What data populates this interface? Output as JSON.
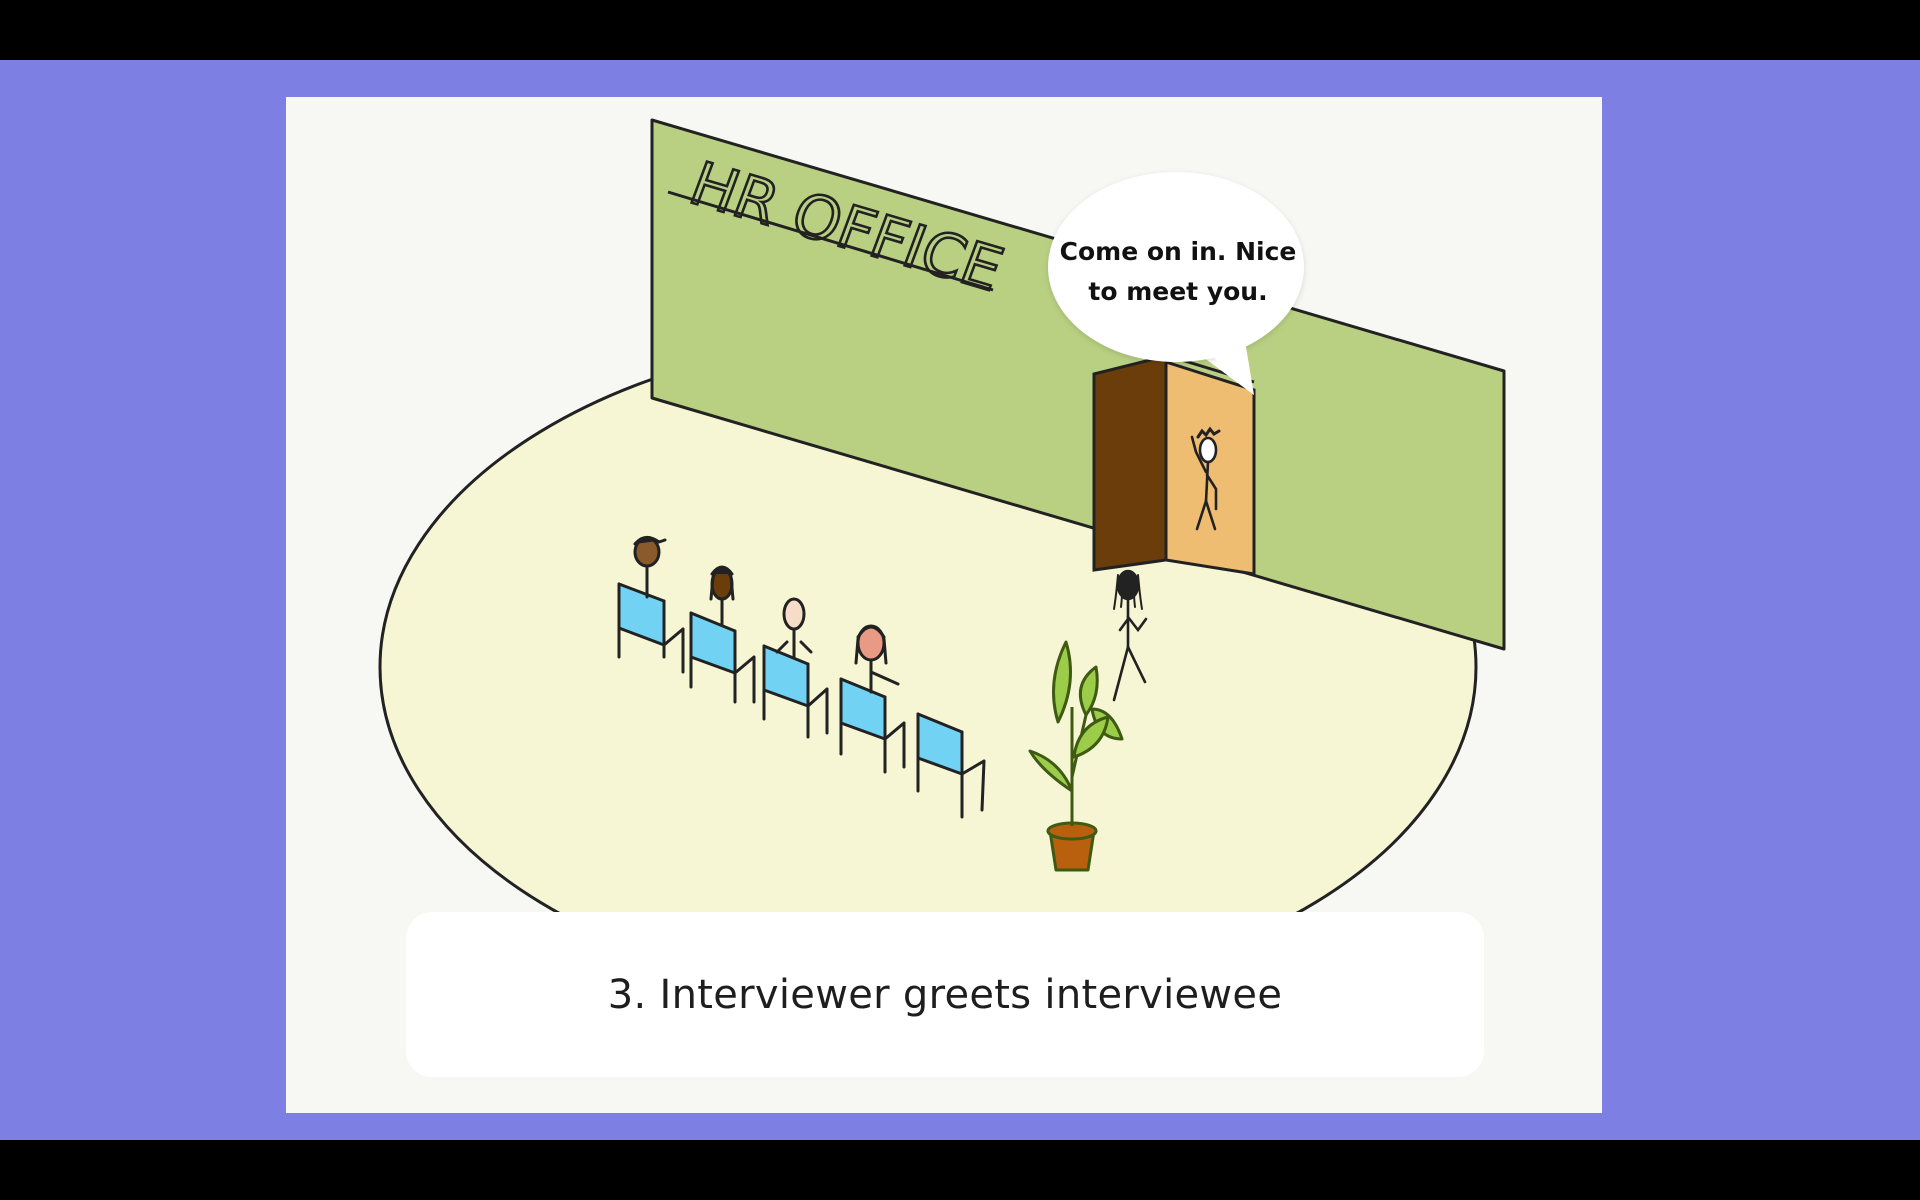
{
  "sign": {
    "text": "HR OFFICE"
  },
  "speech_bubble": {
    "line1": "Come on in. Nice",
    "line2": "to meet you."
  },
  "caption": {
    "text": "3. Interviewer greets interviewee"
  },
  "colors": {
    "background": "#7d7fe2",
    "card": "#f7f7f4",
    "wall": "#b9d083",
    "floor": "#f6f5d4",
    "door_panel": "#6b3d0a",
    "doorway": "#efbd72",
    "chair": "#71d2f4",
    "pot": "#b9600e",
    "leaf": "#9ccd4a"
  },
  "icons": [
    "stick-figure",
    "chair",
    "potted-plant",
    "speech-bubble",
    "door"
  ]
}
